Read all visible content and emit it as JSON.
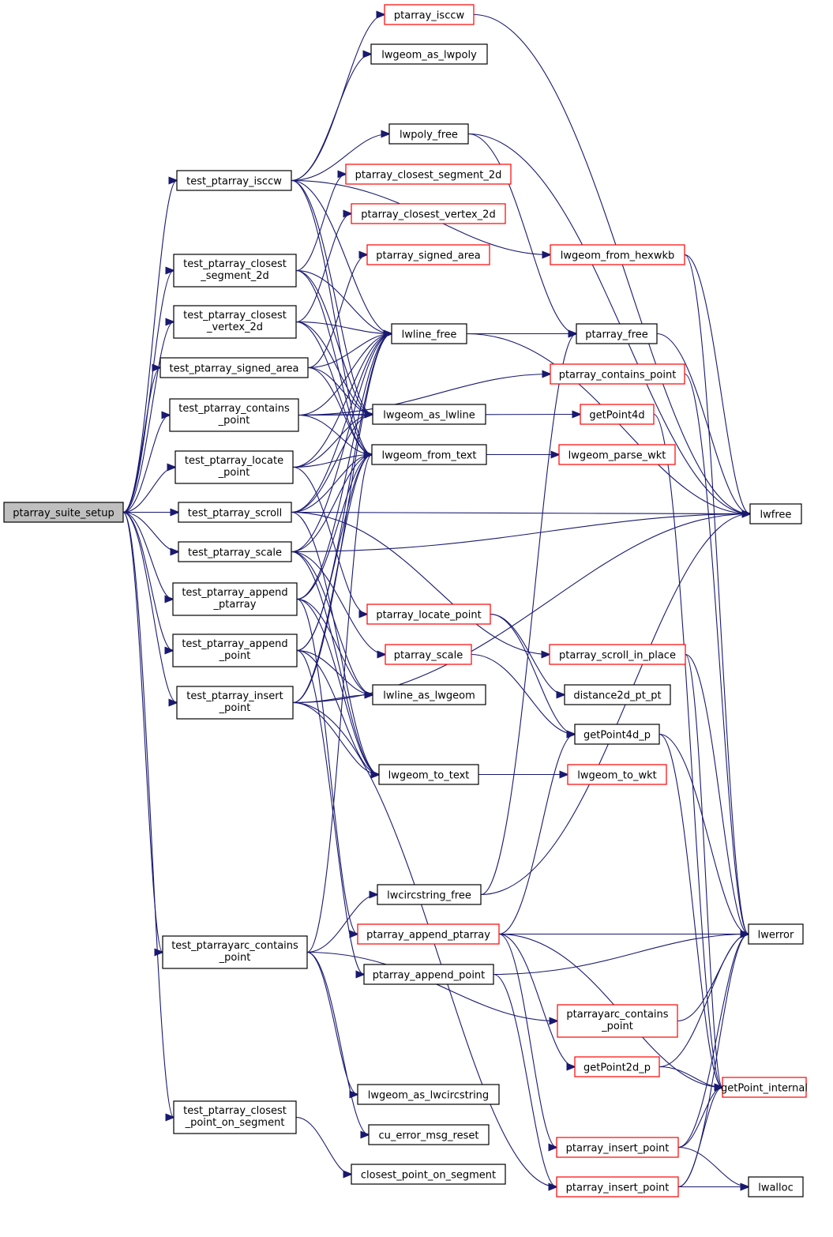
{
  "diagram": {
    "type": "call-graph",
    "title": "ptarray_suite_setup call graph",
    "colors": {
      "edge": "#191970",
      "root_fill": "#bfbfbf",
      "node_border": "#000000",
      "external_border": "#ff0000",
      "background": "#ffffff"
    },
    "nodes": [
      {
        "id": "root",
        "label": [
          "ptarray_suite_setup"
        ],
        "kind": "root"
      },
      {
        "id": "t_isccw",
        "label": [
          "test_ptarray_isccw"
        ],
        "kind": "normal"
      },
      {
        "id": "t_cseg",
        "label": [
          "test_ptarray_closest",
          "_segment_2d"
        ],
        "kind": "normal"
      },
      {
        "id": "t_cvert",
        "label": [
          "test_ptarray_closest",
          "_vertex_2d"
        ],
        "kind": "normal"
      },
      {
        "id": "t_sarea",
        "label": [
          "test_ptarray_signed_area"
        ],
        "kind": "normal"
      },
      {
        "id": "t_contains",
        "label": [
          "test_ptarray_contains",
          "_point"
        ],
        "kind": "normal"
      },
      {
        "id": "t_locate",
        "label": [
          "test_ptarray_locate",
          "_point"
        ],
        "kind": "normal"
      },
      {
        "id": "t_scroll",
        "label": [
          "test_ptarray_scroll"
        ],
        "kind": "normal"
      },
      {
        "id": "t_scale",
        "label": [
          "test_ptarray_scale"
        ],
        "kind": "normal"
      },
      {
        "id": "t_appptarr",
        "label": [
          "test_ptarray_append",
          "_ptarray"
        ],
        "kind": "normal"
      },
      {
        "id": "t_apppt",
        "label": [
          "test_ptarray_append",
          "_point"
        ],
        "kind": "normal"
      },
      {
        "id": "t_insert",
        "label": [
          "test_ptarray_insert",
          "_point"
        ],
        "kind": "normal"
      },
      {
        "id": "t_arccont",
        "label": [
          "test_ptarrayarc_contains",
          "_point"
        ],
        "kind": "normal"
      },
      {
        "id": "t_cposeg",
        "label": [
          "test_ptarray_closest",
          "_point_on_segment"
        ],
        "kind": "normal"
      },
      {
        "id": "ptarray_isccw",
        "label": [
          "ptarray_isccw"
        ],
        "kind": "external"
      },
      {
        "id": "lwgeom_as_lwpoly",
        "label": [
          "lwgeom_as_lwpoly"
        ],
        "kind": "normal"
      },
      {
        "id": "lwpoly_free",
        "label": [
          "lwpoly_free"
        ],
        "kind": "normal"
      },
      {
        "id": "ptarray_closest_segment_2d",
        "label": [
          "ptarray_closest_segment_2d"
        ],
        "kind": "external"
      },
      {
        "id": "ptarray_closest_vertex_2d",
        "label": [
          "ptarray_closest_vertex_2d"
        ],
        "kind": "external"
      },
      {
        "id": "ptarray_signed_area",
        "label": [
          "ptarray_signed_area"
        ],
        "kind": "external"
      },
      {
        "id": "lwline_free",
        "label": [
          "lwline_free"
        ],
        "kind": "normal"
      },
      {
        "id": "lwgeom_as_lwline",
        "label": [
          "lwgeom_as_lwline"
        ],
        "kind": "normal"
      },
      {
        "id": "lwgeom_from_text",
        "label": [
          "lwgeom_from_text"
        ],
        "kind": "normal"
      },
      {
        "id": "ptarray_locate_point",
        "label": [
          "ptarray_locate_point"
        ],
        "kind": "external"
      },
      {
        "id": "ptarray_scale",
        "label": [
          "ptarray_scale"
        ],
        "kind": "external"
      },
      {
        "id": "lwline_as_lwgeom",
        "label": [
          "lwline_as_lwgeom"
        ],
        "kind": "normal"
      },
      {
        "id": "lwgeom_to_text",
        "label": [
          "lwgeom_to_text"
        ],
        "kind": "normal"
      },
      {
        "id": "lwcircstring_free",
        "label": [
          "lwcircstring_free"
        ],
        "kind": "normal"
      },
      {
        "id": "ptarray_append_ptarray",
        "label": [
          "ptarray_append_ptarray"
        ],
        "kind": "external"
      },
      {
        "id": "ptarray_append_point",
        "label": [
          "ptarray_append_point"
        ],
        "kind": "normal"
      },
      {
        "id": "lwgeom_as_lwcircstring",
        "label": [
          "lwgeom_as_lwcircstring"
        ],
        "kind": "normal"
      },
      {
        "id": "cu_error_msg_reset",
        "label": [
          "cu_error_msg_reset"
        ],
        "kind": "normal"
      },
      {
        "id": "closest_point_on_segment",
        "label": [
          "closest_point_on_segment"
        ],
        "kind": "normal"
      },
      {
        "id": "lwgeom_from_hexwkb",
        "label": [
          "lwgeom_from_hexwkb"
        ],
        "kind": "external"
      },
      {
        "id": "ptarray_free",
        "label": [
          "ptarray_free"
        ],
        "kind": "normal"
      },
      {
        "id": "ptarray_contains_point",
        "label": [
          "ptarray_contains_point"
        ],
        "kind": "external"
      },
      {
        "id": "getPoint4d",
        "label": [
          "getPoint4d"
        ],
        "kind": "external"
      },
      {
        "id": "lwgeom_parse_wkt",
        "label": [
          "lwgeom_parse_wkt"
        ],
        "kind": "external"
      },
      {
        "id": "ptarray_scroll_in_place",
        "label": [
          "ptarray_scroll_in_place"
        ],
        "kind": "external"
      },
      {
        "id": "distance2d_pt_pt",
        "label": [
          "distance2d_pt_pt"
        ],
        "kind": "normal"
      },
      {
        "id": "getPoint4d_p",
        "label": [
          "getPoint4d_p"
        ],
        "kind": "normal"
      },
      {
        "id": "lwgeom_to_wkt",
        "label": [
          "lwgeom_to_wkt"
        ],
        "kind": "external"
      },
      {
        "id": "ptarrayarc_contains_point",
        "label": [
          "ptarrayarc_contains",
          "_point"
        ],
        "kind": "external"
      },
      {
        "id": "getPoint2d_p",
        "label": [
          "getPoint2d_p"
        ],
        "kind": "external"
      },
      {
        "id": "ptarray_insert_point_a",
        "label": [
          "ptarray_insert_point"
        ],
        "kind": "external"
      },
      {
        "id": "ptarray_insert_point_b",
        "label": [
          "ptarray_insert_point"
        ],
        "kind": "external"
      },
      {
        "id": "lwfree",
        "label": [
          "lwfree"
        ],
        "kind": "normal"
      },
      {
        "id": "lwerror",
        "label": [
          "lwerror"
        ],
        "kind": "normal"
      },
      {
        "id": "getPoint_internal",
        "label": [
          "getPoint_internal"
        ],
        "kind": "external"
      },
      {
        "id": "lwalloc",
        "label": [
          "lwalloc"
        ],
        "kind": "normal"
      }
    ],
    "edges": [
      [
        "root",
        "t_isccw"
      ],
      [
        "root",
        "t_cseg"
      ],
      [
        "root",
        "t_cvert"
      ],
      [
        "root",
        "t_sarea"
      ],
      [
        "root",
        "t_contains"
      ],
      [
        "root",
        "t_locate"
      ],
      [
        "root",
        "t_scroll"
      ],
      [
        "root",
        "t_scale"
      ],
      [
        "root",
        "t_appptarr"
      ],
      [
        "root",
        "t_apppt"
      ],
      [
        "root",
        "t_insert"
      ],
      [
        "root",
        "t_arccont"
      ],
      [
        "root",
        "t_cposeg"
      ],
      [
        "t_isccw",
        "ptarray_isccw"
      ],
      [
        "t_isccw",
        "lwgeom_as_lwpoly"
      ],
      [
        "t_isccw",
        "lwpoly_free"
      ],
      [
        "t_isccw",
        "lwgeom_from_hexwkb"
      ],
      [
        "t_isccw",
        "lwline_free"
      ],
      [
        "t_isccw",
        "lwgeom_as_lwline"
      ],
      [
        "t_isccw",
        "lwgeom_from_text"
      ],
      [
        "t_cseg",
        "ptarray_closest_segment_2d"
      ],
      [
        "t_cseg",
        "lwline_free"
      ],
      [
        "t_cseg",
        "lwgeom_as_lwline"
      ],
      [
        "t_cseg",
        "lwgeom_from_text"
      ],
      [
        "t_cvert",
        "ptarray_closest_vertex_2d"
      ],
      [
        "t_cvert",
        "lwline_free"
      ],
      [
        "t_cvert",
        "lwgeom_as_lwline"
      ],
      [
        "t_cvert",
        "lwgeom_from_text"
      ],
      [
        "t_sarea",
        "ptarray_signed_area"
      ],
      [
        "t_sarea",
        "lwline_free"
      ],
      [
        "t_sarea",
        "lwgeom_as_lwline"
      ],
      [
        "t_sarea",
        "lwgeom_from_text"
      ],
      [
        "t_contains",
        "ptarray_contains_point"
      ],
      [
        "t_contains",
        "lwgeom_as_lwline"
      ],
      [
        "t_contains",
        "lwgeom_from_text"
      ],
      [
        "t_contains",
        "lwline_free"
      ],
      [
        "t_contains",
        "getPoint4d"
      ],
      [
        "t_locate",
        "ptarray_locate_point"
      ],
      [
        "t_locate",
        "lwgeom_from_text"
      ],
      [
        "t_locate",
        "lwgeom_as_lwline"
      ],
      [
        "t_locate",
        "lwline_free"
      ],
      [
        "t_scroll",
        "ptarray_scroll_in_place"
      ],
      [
        "t_scroll",
        "lwgeom_from_text"
      ],
      [
        "t_scroll",
        "lwgeom_to_text"
      ],
      [
        "t_scroll",
        "lwfree"
      ],
      [
        "t_scroll",
        "lwline_free"
      ],
      [
        "t_scroll",
        "lwgeom_as_lwline"
      ],
      [
        "t_scale",
        "ptarray_scale"
      ],
      [
        "t_scale",
        "lwgeom_from_text"
      ],
      [
        "t_scale",
        "lwline_as_lwgeom"
      ],
      [
        "t_scale",
        "lwgeom_to_text"
      ],
      [
        "t_scale",
        "lwfree"
      ],
      [
        "t_scale",
        "lwline_free"
      ],
      [
        "t_appptarr",
        "ptarray_append_ptarray"
      ],
      [
        "t_appptarr",
        "lwgeom_from_text"
      ],
      [
        "t_appptarr",
        "lwline_as_lwgeom"
      ],
      [
        "t_appptarr",
        "lwgeom_to_text"
      ],
      [
        "t_appptarr",
        "lwline_free"
      ],
      [
        "t_apppt",
        "ptarray_append_point"
      ],
      [
        "t_apppt",
        "lwgeom_from_text"
      ],
      [
        "t_apppt",
        "lwline_as_lwgeom"
      ],
      [
        "t_apppt",
        "lwgeom_to_text"
      ],
      [
        "t_apppt",
        "lwline_free"
      ],
      [
        "t_insert",
        "ptarray_insert_point_b"
      ],
      [
        "t_insert",
        "lwgeom_from_text"
      ],
      [
        "t_insert",
        "lwline_as_lwgeom"
      ],
      [
        "t_insert",
        "lwgeom_to_text"
      ],
      [
        "t_insert",
        "lwline_free"
      ],
      [
        "t_insert",
        "lwfree"
      ],
      [
        "t_arccont",
        "lwcircstring_free"
      ],
      [
        "t_arccont",
        "lwgeom_from_text"
      ],
      [
        "t_arccont",
        "ptarrayarc_contains_point"
      ],
      [
        "t_arccont",
        "lwgeom_as_lwcircstring"
      ],
      [
        "t_arccont",
        "cu_error_msg_reset"
      ],
      [
        "t_cposeg",
        "closest_point_on_segment"
      ],
      [
        "lwpoly_free",
        "ptarray_free"
      ],
      [
        "lwpoly_free",
        "lwfree"
      ],
      [
        "lwline_free",
        "ptarray_free"
      ],
      [
        "lwline_free",
        "lwfree"
      ],
      [
        "lwgeom_from_text",
        "lwgeom_parse_wkt"
      ],
      [
        "lwgeom_to_text",
        "lwgeom_to_wkt"
      ],
      [
        "lwcircstring_free",
        "ptarray_free"
      ],
      [
        "lwcircstring_free",
        "lwfree"
      ],
      [
        "ptarray_append_ptarray",
        "lwerror"
      ],
      [
        "ptarray_append_ptarray",
        "getPoint4d_p"
      ],
      [
        "ptarray_append_ptarray",
        "getPoint2d_p"
      ],
      [
        "ptarray_append_ptarray",
        "ptarray_insert_point_a"
      ],
      [
        "ptarray_append_ptarray",
        "getPoint_internal"
      ],
      [
        "ptarray_append_point",
        "lwerror"
      ],
      [
        "ptarray_append_point",
        "ptarray_insert_point_b"
      ],
      [
        "ptarray_locate_point",
        "distance2d_pt_pt"
      ],
      [
        "ptarray_locate_point",
        "getPoint4d_p"
      ],
      [
        "ptarray_scale",
        "getPoint4d_p"
      ],
      [
        "ptarray_scroll_in_place",
        "lwerror"
      ],
      [
        "ptarray_scroll_in_place",
        "getPoint_internal"
      ],
      [
        "ptarray_free",
        "lwfree"
      ],
      [
        "ptarray_contains_point",
        "lwerror"
      ],
      [
        "getPoint4d",
        "getPoint_internal"
      ],
      [
        "lwgeom_from_hexwkb",
        "lwfree"
      ],
      [
        "lwgeom_from_hexwkb",
        "lwerror"
      ],
      [
        "getPoint4d_p",
        "lwerror"
      ],
      [
        "getPoint4d_p",
        "getPoint_internal"
      ],
      [
        "ptarrayarc_contains_point",
        "lwerror"
      ],
      [
        "getPoint2d_p",
        "lwerror"
      ],
      [
        "getPoint2d_p",
        "getPoint_internal"
      ],
      [
        "ptarray_insert_point_a",
        "lwerror"
      ],
      [
        "ptarray_insert_point_a",
        "getPoint_internal"
      ],
      [
        "ptarray_insert_point_a",
        "lwalloc"
      ],
      [
        "ptarray_insert_point_b",
        "lwerror"
      ],
      [
        "ptarray_insert_point_b",
        "getPoint_internal"
      ],
      [
        "ptarray_insert_point_b",
        "lwalloc"
      ],
      [
        "ptarray_isccw",
        "lwfree"
      ]
    ]
  }
}
